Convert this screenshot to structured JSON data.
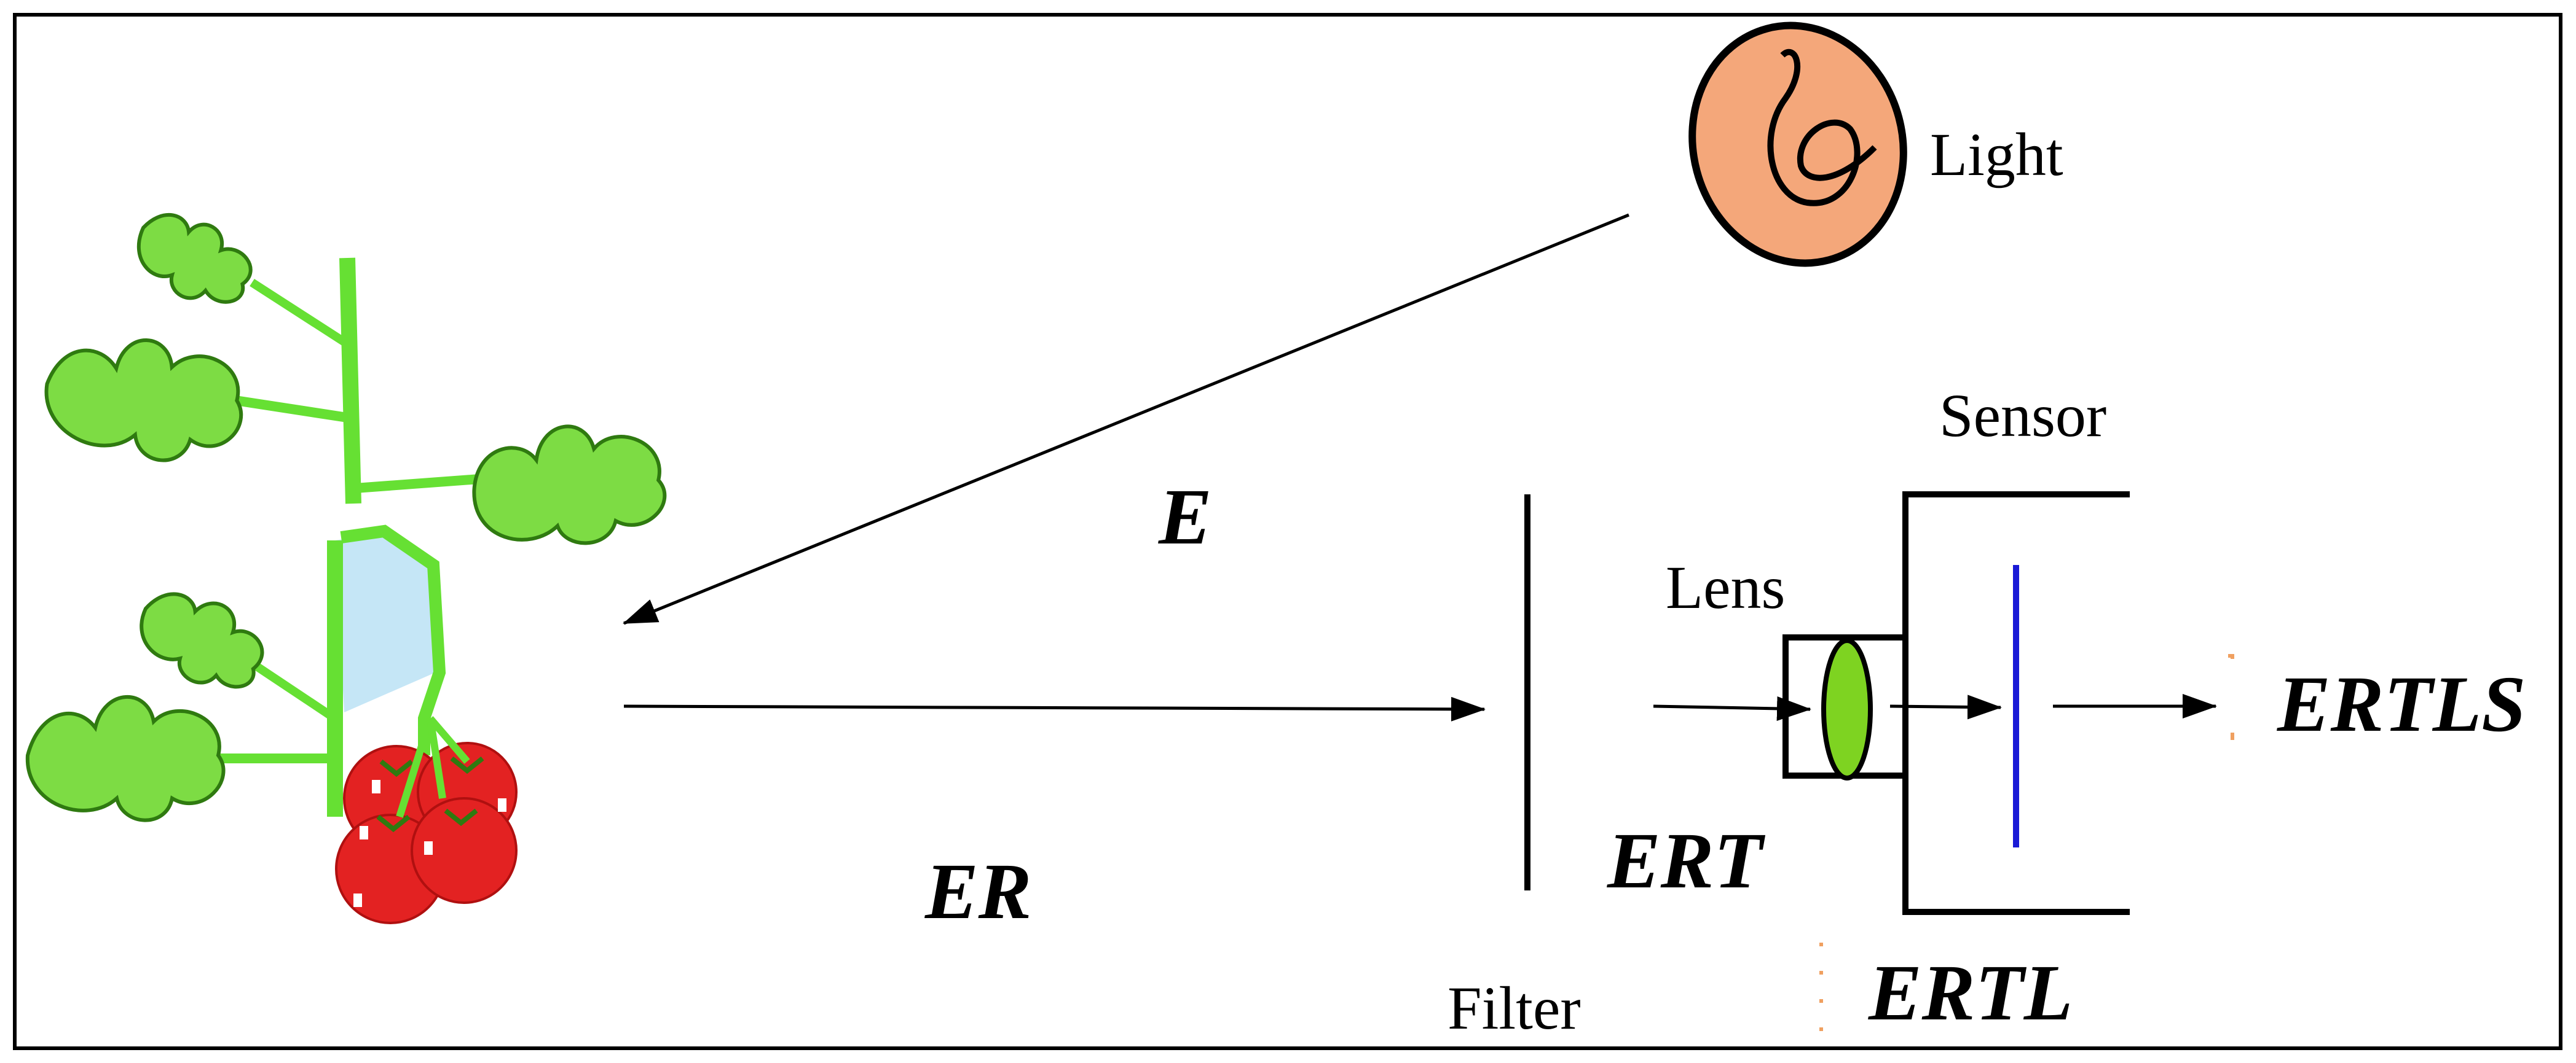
{
  "labels": {
    "light": "Light",
    "sensor": "Sensor",
    "lens": "Lens",
    "filter": "Filter"
  },
  "symbols": {
    "e": "E",
    "er": "ER",
    "ert": "ERT",
    "ertl": "ERTL",
    "ertls": "ERTLS"
  },
  "colors": {
    "plant_stem": "#66e033",
    "leaf": "#7ddc44",
    "tomato": "#e32222",
    "light_source": "#f4a77a",
    "lens": "#7ed321",
    "sensor_line": "#1a1ad6",
    "tick_mark": "#f0a060"
  }
}
